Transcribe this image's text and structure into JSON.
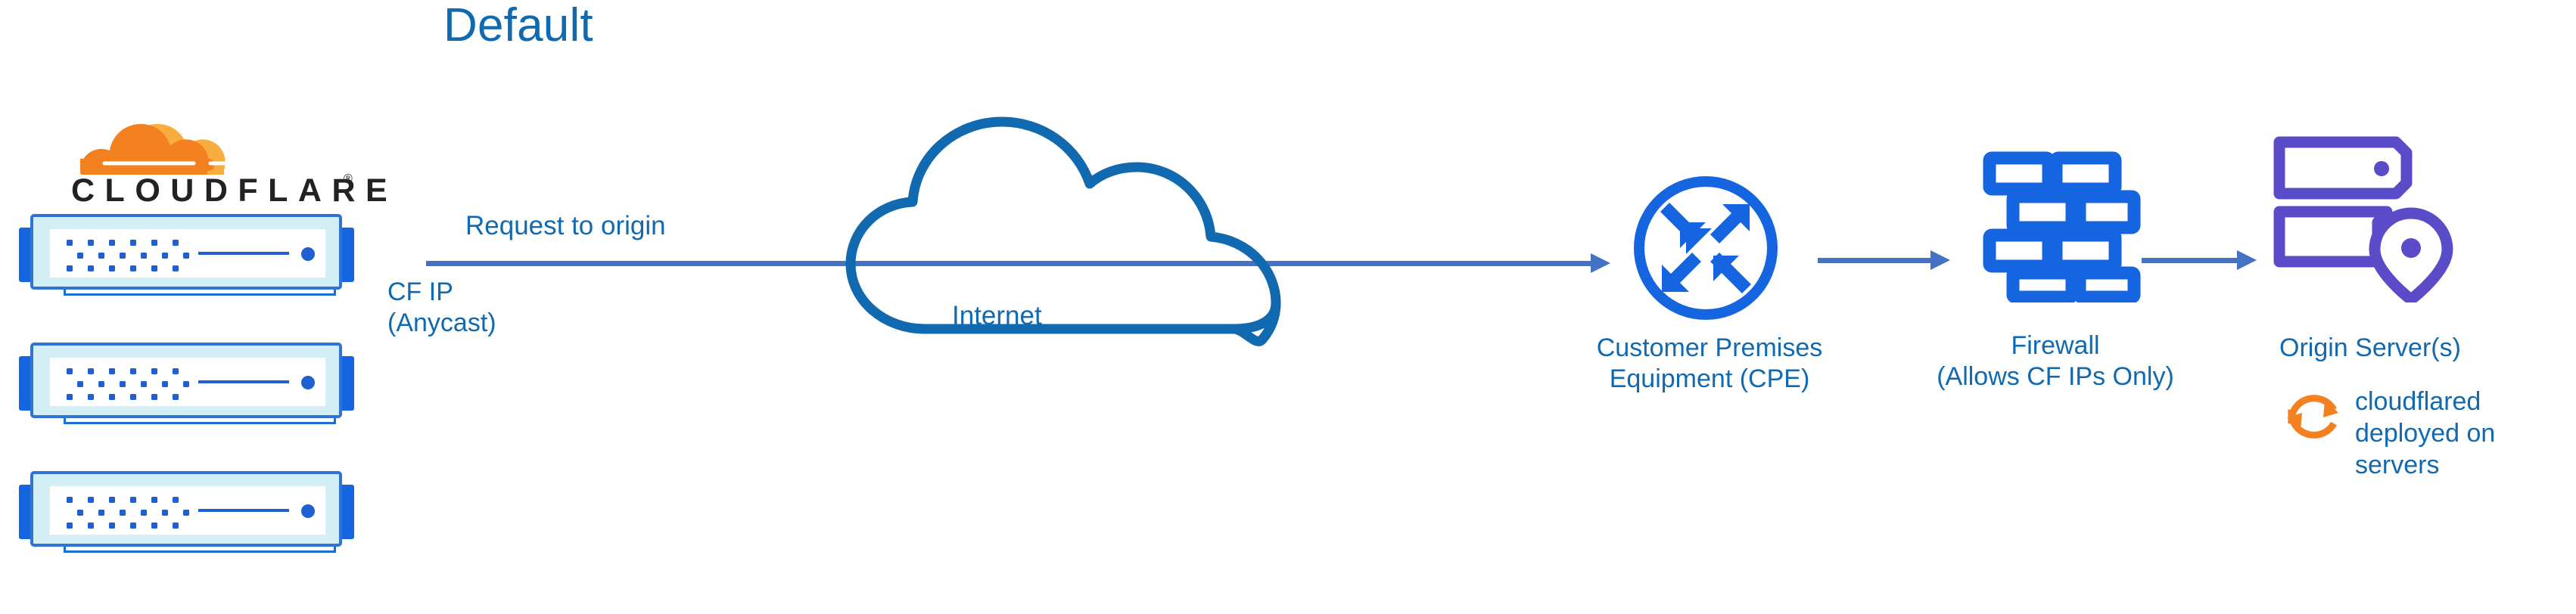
{
  "diagram": {
    "title": "Default",
    "colors": {
      "title_blue": "#1169b0",
      "label_blue": "#1169b0",
      "arrow_blue": "#4472c4",
      "icon_blue": "#1565e0",
      "cloud_blue": "#1169b0",
      "origin_purple": "#5a4bc9",
      "cloudflare_orange": "#f48120",
      "cloudflare_orange_light": "#faad3f",
      "server_body": "#d3eef5",
      "server_border": "#2f73d6",
      "wordmark_black": "#222222"
    }
  },
  "cloudflare": {
    "wordmark": "CLOUDFLARE",
    "registered_mark": "®",
    "servers": [
      {
        "name": "cloudflare-edge-server-1"
      },
      {
        "name": "cloudflare-edge-server-2"
      },
      {
        "name": "cloudflare-edge-server-3"
      }
    ]
  },
  "labels": {
    "request_to_origin": "Request to origin",
    "cf_ip": "CF IP\n(Anycast)",
    "internet": "Internet",
    "cpe": "Customer Premises\nEquipment (CPE)",
    "firewall": "Firewall\n(Allows CF IPs Only)",
    "origin_server": "Origin Server(s)",
    "cloudflared": "cloudflared\ndeployed on\nservers"
  },
  "nodes": [
    {
      "id": "cloudflare-edge",
      "label": "CLOUDFLARE",
      "icon": "server-stack-icon"
    },
    {
      "id": "internet",
      "label": "Internet",
      "icon": "cloud-icon"
    },
    {
      "id": "cpe",
      "label": "Customer Premises Equipment (CPE)",
      "icon": "router-icon"
    },
    {
      "id": "firewall",
      "label": "Firewall (Allows CF IPs Only)",
      "icon": "brick-wall-icon"
    },
    {
      "id": "origin",
      "label": "Origin Server(s)",
      "icon": "origin-server-pin-icon"
    }
  ],
  "flows": [
    {
      "from": "cloudflare-edge",
      "to": "cpe",
      "label": "Request to origin",
      "sublabel": "CF IP (Anycast)"
    },
    {
      "from": "cpe",
      "to": "firewall",
      "label": ""
    },
    {
      "from": "firewall",
      "to": "origin",
      "label": ""
    }
  ],
  "annotations": [
    {
      "icon": "sync-arrows-icon",
      "text": "cloudflared deployed on servers",
      "attached_to": "origin"
    }
  ]
}
